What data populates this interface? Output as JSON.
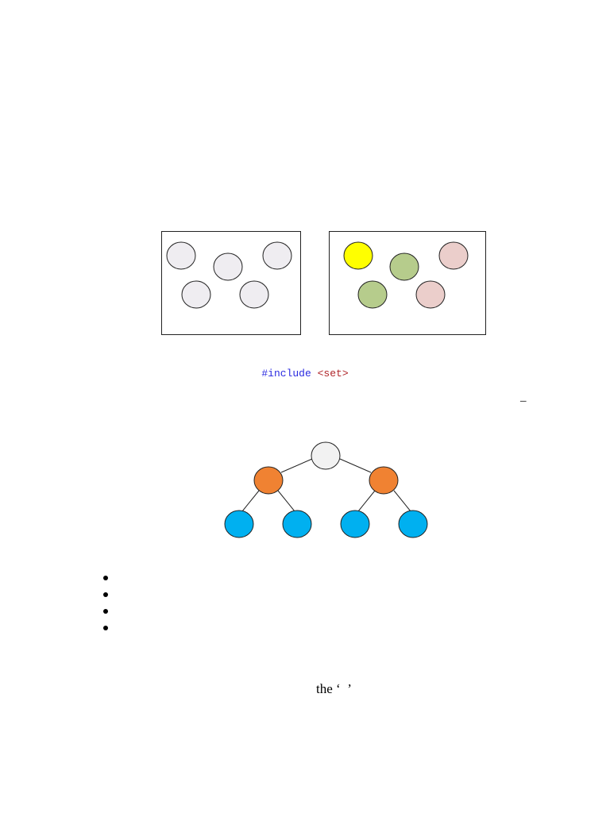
{
  "code": {
    "keyword": "#include",
    "header": "<set>"
  },
  "dash_text": "–",
  "quote_text": {
    "prefix": "the ‘",
    "middle": "  ",
    "suffix": "’"
  },
  "bullet_count": 4,
  "colors": {
    "plain_fill": "#efedf1",
    "yellow": "#ffff00",
    "green": "#b6cc8c",
    "pink": "#ebcecb",
    "root_fill": "#f2f2f2",
    "orange": "#f08232",
    "blue": "#00b0f0",
    "stroke": "#222222"
  }
}
